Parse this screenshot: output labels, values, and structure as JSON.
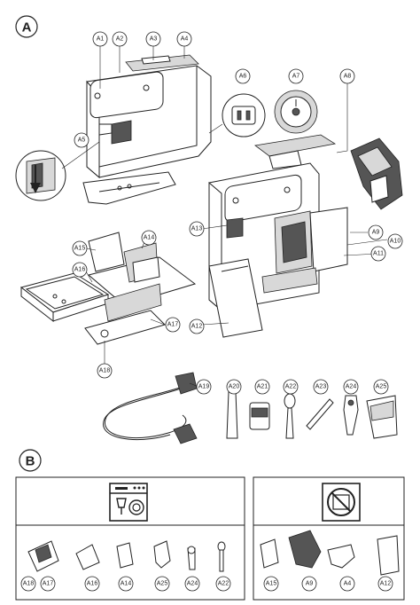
{
  "section_a": {
    "label": "A",
    "callouts": [
      {
        "id": "A1"
      },
      {
        "id": "A2"
      },
      {
        "id": "A3"
      },
      {
        "id": "A4"
      },
      {
        "id": "A5"
      },
      {
        "id": "A6"
      },
      {
        "id": "A7"
      },
      {
        "id": "A8"
      },
      {
        "id": "A9"
      },
      {
        "id": "A10"
      },
      {
        "id": "A11"
      },
      {
        "id": "A12"
      },
      {
        "id": "A13"
      },
      {
        "id": "A14"
      },
      {
        "id": "A15"
      },
      {
        "id": "A16"
      },
      {
        "id": "A17"
      },
      {
        "id": "A18"
      },
      {
        "id": "A19"
      },
      {
        "id": "A20"
      },
      {
        "id": "A21"
      },
      {
        "id": "A22"
      },
      {
        "id": "A23"
      },
      {
        "id": "A24"
      },
      {
        "id": "A25"
      }
    ]
  },
  "section_b": {
    "label": "B",
    "dishwasher_safe": {
      "icon": "dishwasher-icon",
      "items": [
        "A18",
        "A17",
        "A16",
        "A14",
        "A25",
        "A24",
        "A22"
      ]
    },
    "not_dishwasher_safe": {
      "icon": "no-dishwasher-icon",
      "items": [
        "A15",
        "A9",
        "A4",
        "A12"
      ]
    }
  }
}
